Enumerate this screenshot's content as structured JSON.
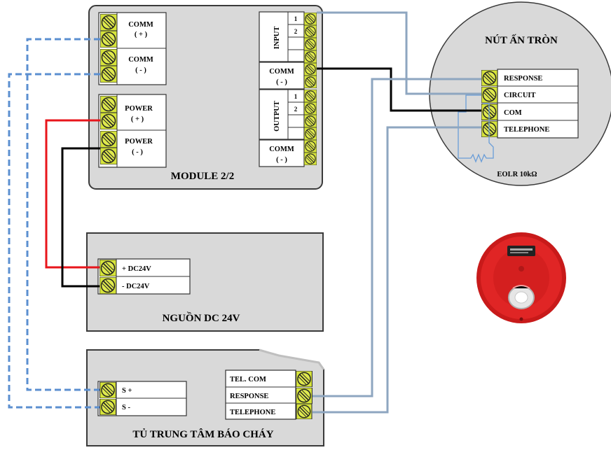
{
  "module": {
    "title": "MODULE 2/2",
    "comm_plus": [
      "COMM",
      "( + )"
    ],
    "comm_minus": [
      "COMM",
      "( - )"
    ],
    "power_plus": [
      "POWER",
      "( + )"
    ],
    "power_minus": [
      "POWER",
      "( - )"
    ],
    "input_label": "INPUT",
    "output_label": "OUTPUT",
    "input_num_1": "1",
    "input_num_2": "2",
    "output_num_1": "1",
    "output_num_2": "2",
    "comm_mid": [
      "COMM",
      "( - )"
    ],
    "comm_bottom": [
      "COMM",
      "( - )"
    ]
  },
  "power_supply": {
    "title": "NGUỒN DC 24V",
    "plus_label": "+ DC24V",
    "minus_label": "- DC24V"
  },
  "panel": {
    "title": "TỦ TRUNG TÂM BÁO CHÁY",
    "s_plus": "S +",
    "s_minus": "S  -",
    "tel_com": "TEL. COM",
    "response": "RESPONSE",
    "telephone": "TELEPHONE"
  },
  "button": {
    "title": "NÚT ẤN TRÒN",
    "response": "RESPONSE",
    "circuit": "CIRCUIT",
    "com": "COM",
    "telephone": "TELEPHONE",
    "eolr": "EOLR  10kΩ"
  },
  "colors": {
    "box_fill": "#d9d9d9",
    "box_stroke": "#404040",
    "terminal": "#d6e43a",
    "wire_red": "#e8151b",
    "wire_black": "#000000",
    "wire_blue_dash": "#5b8fd0",
    "wire_gray": "#8ea6c0",
    "resistor": "#6a9dd8"
  }
}
